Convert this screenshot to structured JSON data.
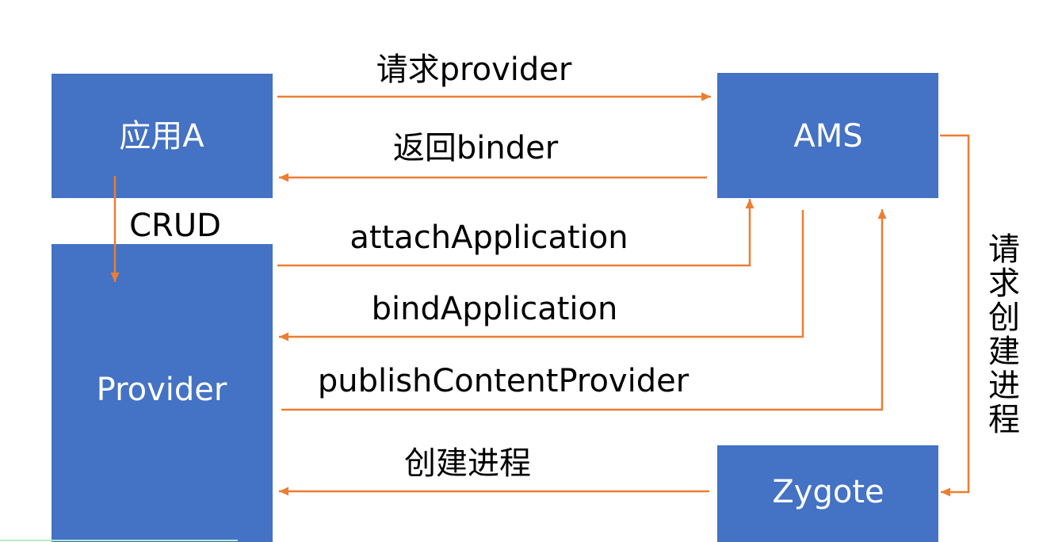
{
  "colors": {
    "box_fill": "#4472C4",
    "arrow": "#ED7D31",
    "box_text": "#FFFFFF",
    "label_text": "#000000"
  },
  "nodes": {
    "app_a": "应用A",
    "provider": "Provider",
    "ams": "AMS",
    "zygote": "Zygote"
  },
  "edges": {
    "request_provider": "请求provider",
    "return_binder": "返回binder",
    "crud": "CRUD",
    "attach_application": "attachApplication",
    "bind_application": "bindApplication",
    "publish_content_provider": "publishContentProvider",
    "create_process": "创建进程",
    "request_create_process": "请求创建进程"
  }
}
